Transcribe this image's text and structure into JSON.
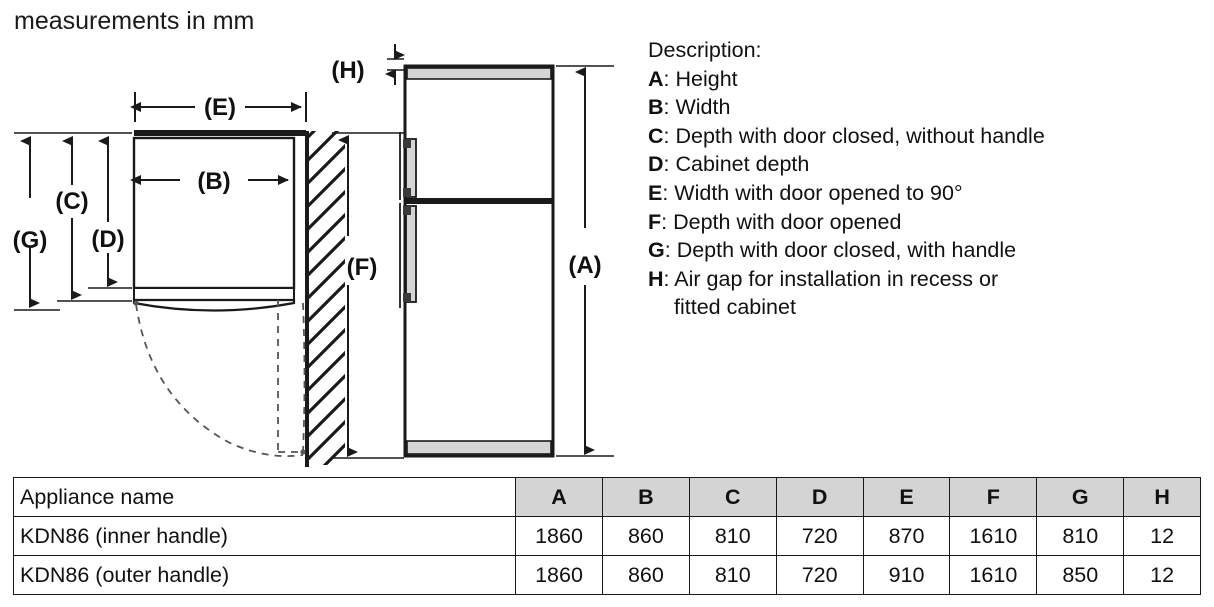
{
  "page": {
    "title": "measurements in mm"
  },
  "description": {
    "heading": "Description:",
    "items": [
      {
        "key": "A",
        "sep": ": ",
        "text": "Height"
      },
      {
        "key": "B",
        "sep": ": ",
        "text": "Width"
      },
      {
        "key": "C",
        "sep": ": ",
        "text": "Depth with door closed, without handle"
      },
      {
        "key": "D",
        "sep": ": ",
        "text": "Cabinet depth"
      },
      {
        "key": "E",
        "sep": ": ",
        "text": "Width with door opened to 90°"
      },
      {
        "key": "F",
        "sep": ": ",
        "text": "Depth with door opened"
      },
      {
        "key": "G",
        "sep": ": ",
        "text": "Depth with door closed, with handle"
      },
      {
        "key": "H",
        "sep": ": ",
        "text": "Air gap for installation in recess or",
        "text2": "fitted cabinet"
      }
    ]
  },
  "diagram": {
    "labels": {
      "A": "(A)",
      "B": "(B)",
      "C": "(C)",
      "D": "(D)",
      "E": "(E)",
      "F": "(F)",
      "G": "(G)",
      "H": "(H)"
    },
    "colors": {
      "line": "#1a1a1a",
      "fill": "#ffffff",
      "panel": "#d4d4d4",
      "hatch": "#1a1a1a",
      "dashed": "#555555"
    },
    "views": {
      "top_view": "top view of appliance with door swing arc against wall",
      "front_view": "front view of two-door fridge freezer"
    }
  },
  "table": {
    "columns": [
      "Appliance name",
      "A",
      "B",
      "C",
      "D",
      "E",
      "F",
      "G",
      "H"
    ],
    "rows": [
      {
        "name": "KDN86 (inner handle)",
        "values": [
          "1860",
          "860",
          "810",
          "720",
          "870",
          "1610",
          "810",
          "12"
        ]
      },
      {
        "name": "KDN86 (outer handle)",
        "values": [
          "1860",
          "860",
          "810",
          "720",
          "910",
          "1610",
          "850",
          "12"
        ]
      }
    ],
    "header_bg": "#d4d4d4"
  },
  "chart_data": {
    "type": "table",
    "title": "measurements in mm",
    "categories": [
      "A",
      "B",
      "C",
      "D",
      "E",
      "F",
      "G",
      "H"
    ],
    "series": [
      {
        "name": "KDN86 (inner handle)",
        "values": [
          1860,
          860,
          810,
          720,
          870,
          1610,
          810,
          12
        ]
      },
      {
        "name": "KDN86 (outer handle)",
        "values": [
          1860,
          860,
          810,
          720,
          910,
          1610,
          850,
          12
        ]
      }
    ],
    "units": "mm",
    "legend": {
      "A": "Height",
      "B": "Width",
      "C": "Depth with door closed, without handle",
      "D": "Cabinet depth",
      "E": "Width with door opened to 90°",
      "F": "Depth with door opened",
      "G": "Depth with door closed, with handle",
      "H": "Air gap for installation in recess or fitted cabinet"
    }
  }
}
